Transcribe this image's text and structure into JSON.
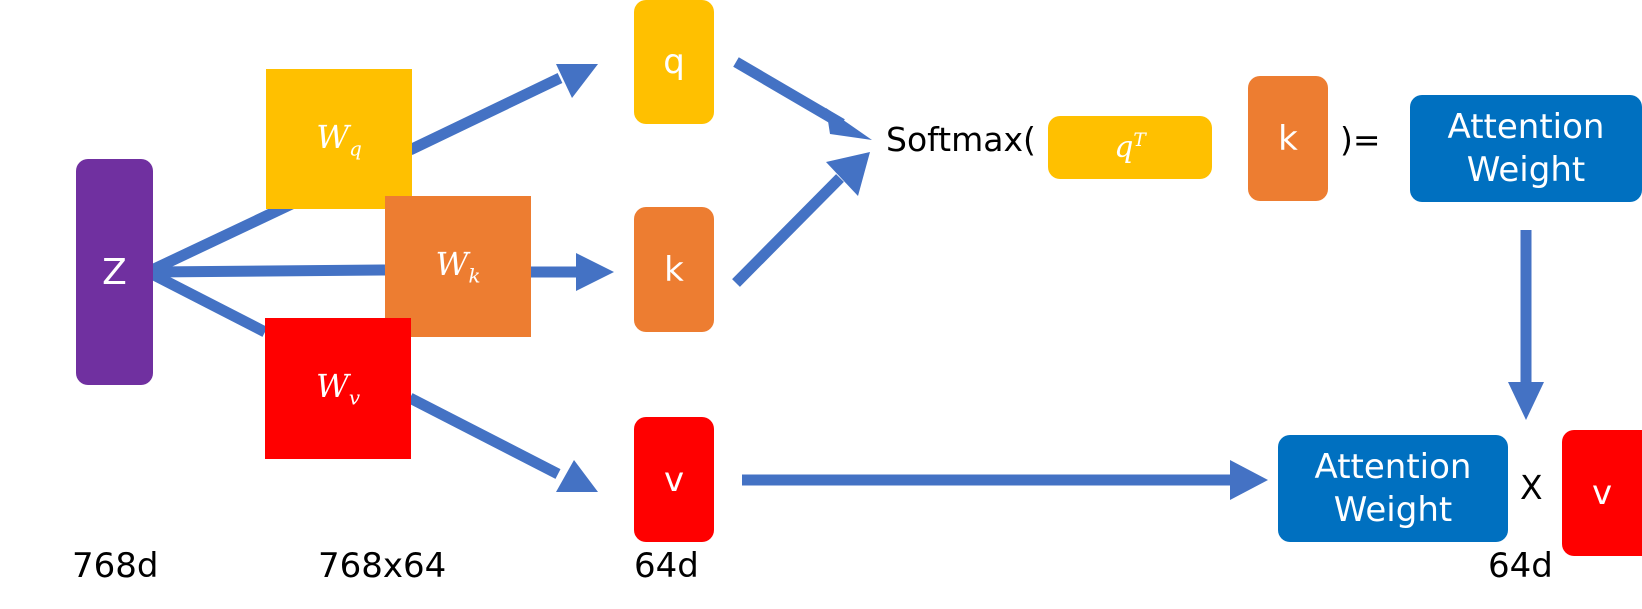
{
  "colors": {
    "arrow": "#4472C4",
    "z": "#7030A0",
    "yellow": "#FFC000",
    "orange": "#ED7D31",
    "red": "#FF0000",
    "blue": "#0070C0"
  },
  "input": {
    "label": "Z",
    "dim": "768d"
  },
  "weights": {
    "wq": {
      "base": "W",
      "sub": "q"
    },
    "wk": {
      "base": "W",
      "sub": "k"
    },
    "wv": {
      "base": "W",
      "sub": "v"
    },
    "dim": "768x64"
  },
  "vectors": {
    "q": "q",
    "k": "k",
    "v": "v",
    "dim": "64d"
  },
  "formula": {
    "prefix": "Softmax(",
    "qt_base": "q",
    "qt_sup": "T",
    "k": "k",
    "suffix": ")=",
    "result": "Attention Weight"
  },
  "output": {
    "attention": "Attention Weight",
    "times": "X",
    "v": "v",
    "dim": "64d"
  }
}
